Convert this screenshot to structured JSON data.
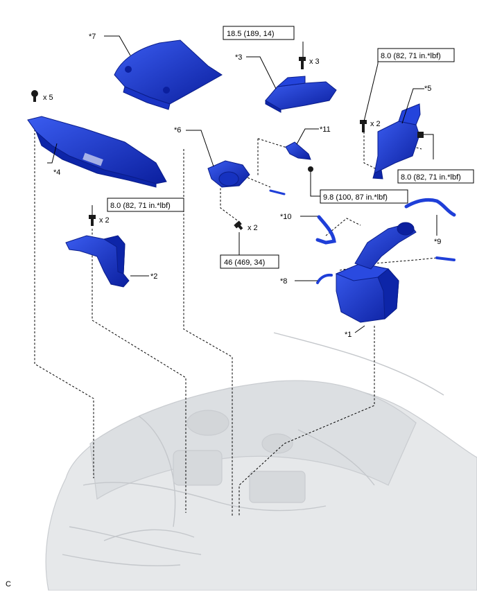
{
  "figure_code": "C",
  "part_labels": {
    "p1": "*1",
    "p2": "*2",
    "p3": "*3",
    "p4": "*4",
    "p5": "*5",
    "p6": "*6",
    "p7": "*7",
    "p8": "*8",
    "p9": "*9",
    "p10": "*10",
    "p11": "*11"
  },
  "torque_specs": {
    "cover_bolt": "18.5 (189, 14)",
    "bracket_bolt": "8.0 (82, 71 in.*lbf)",
    "bracket_nut": "8.0 (82, 71 in.*lbf)",
    "relay_nut": "9.8 (100, 87 in.*lbf)",
    "duct_bolt": "8.0 (82, 71 in.*lbf)",
    "starter_bolt": "46 (469, 34)"
  },
  "quantities": {
    "cover_bolt": "x 3",
    "bracket_bolt": "x 2",
    "cowl_clip": "x 5",
    "duct_bolt": "x 2",
    "starter_bolt": "x 2"
  },
  "colors": {
    "part_fill": "#1f3fd8",
    "part_dark": "#0b1f9e",
    "car_fill": "#e6e8ea"
  }
}
